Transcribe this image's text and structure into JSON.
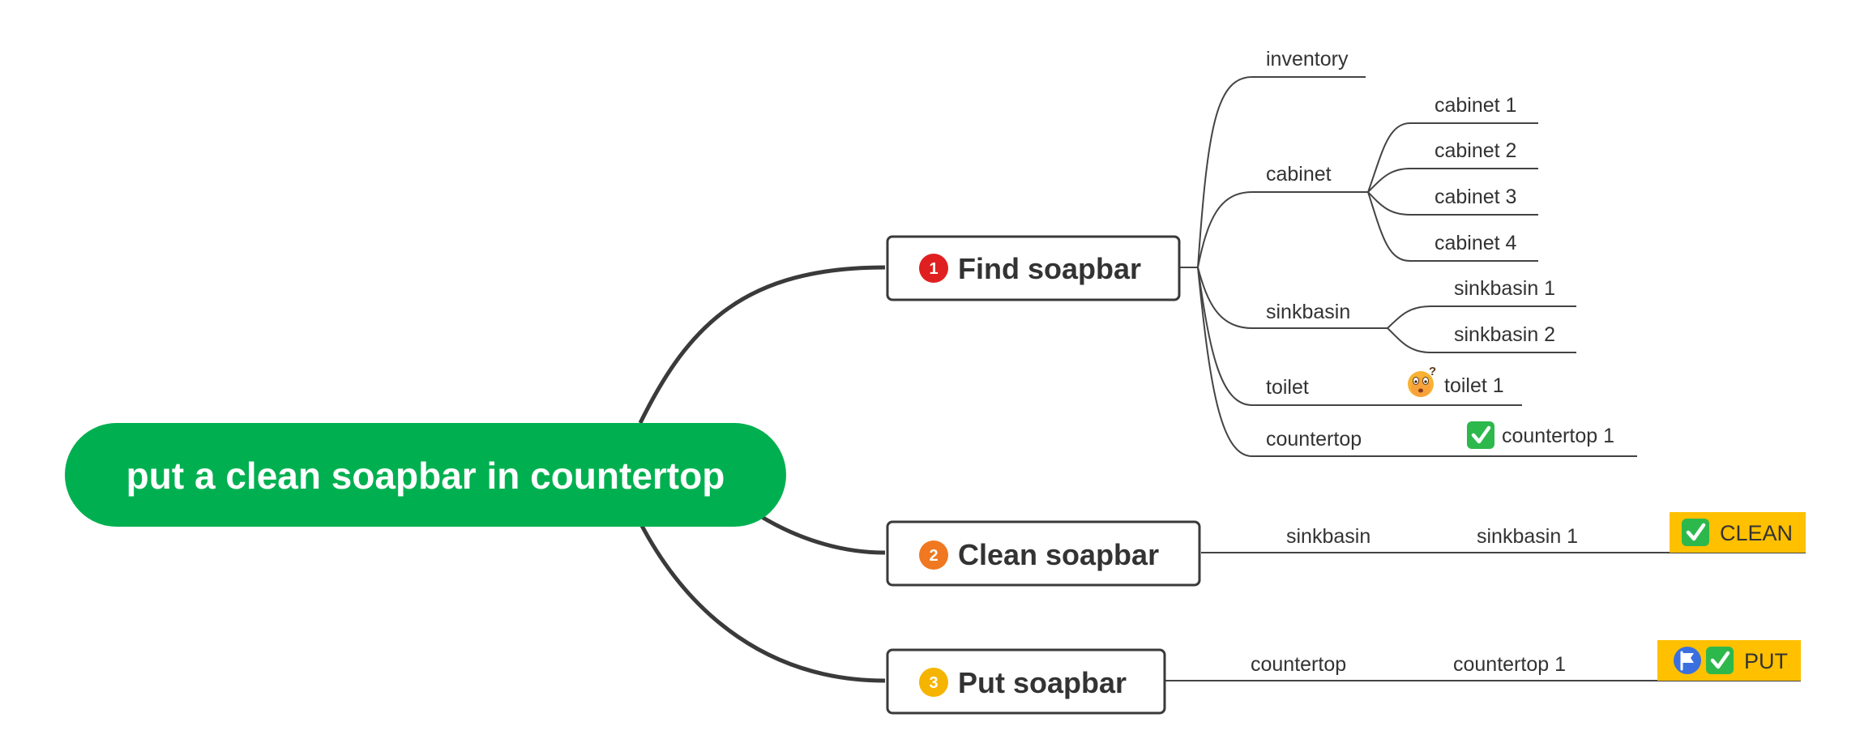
{
  "root": {
    "label": "put a clean soapbar in countertop",
    "color": "#00B050"
  },
  "steps": [
    {
      "number": "1",
      "label": "Find soapbar",
      "badge_color": "#E02020",
      "branches": [
        {
          "label": "inventory"
        },
        {
          "label": "cabinet",
          "children": [
            "cabinet 1",
            "cabinet 2",
            "cabinet 3",
            "cabinet 4"
          ]
        },
        {
          "label": "sinkbasin",
          "children": [
            "sinkbasin 1",
            "sinkbasin 2"
          ]
        },
        {
          "label": "toilet",
          "children": [
            "toilet 1"
          ],
          "icon": "confused-face-icon"
        },
        {
          "label": "countertop",
          "children": [
            "countertop 1"
          ],
          "icon": "check-mark-icon"
        }
      ]
    },
    {
      "number": "2",
      "label": "Clean soapbar",
      "badge_color": "#F07820",
      "location": "sinkbasin",
      "target": "sinkbasin 1",
      "action": {
        "label": "CLEAN",
        "icons": [
          "check-mark-icon"
        ]
      }
    },
    {
      "number": "3",
      "label": "Put soapbar",
      "badge_color": "#F5B400",
      "location": "countertop",
      "target": "countertop 1",
      "action": {
        "label": "PUT",
        "icons": [
          "flag-icon",
          "check-mark-icon"
        ]
      }
    }
  ],
  "colors": {
    "action_tag": "#FFC000",
    "check": "#2DB84C",
    "flag": "#3A6FE0"
  }
}
